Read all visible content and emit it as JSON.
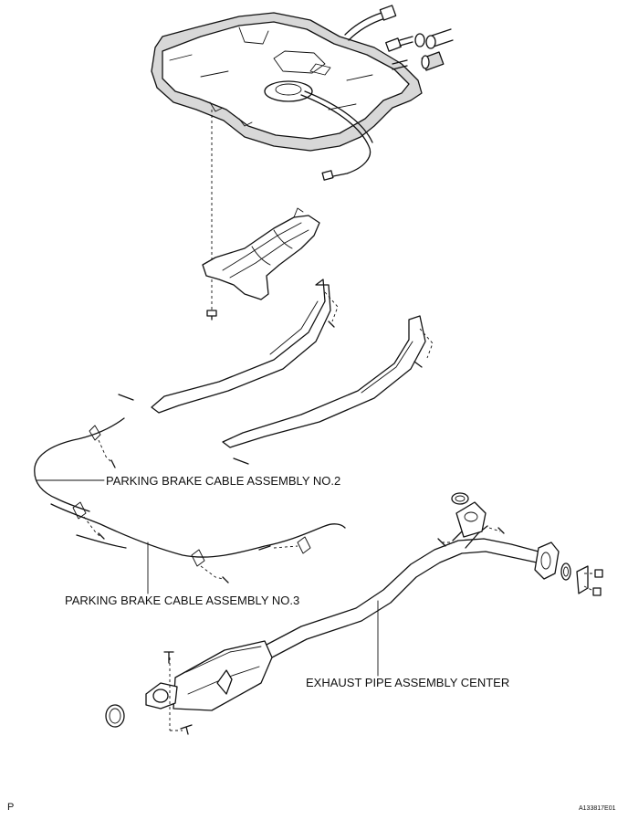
{
  "labels": {
    "cable_no2": "PARKING BRAKE CABLE ASSEMBLY NO.2",
    "cable_no3": "PARKING BRAKE CABLE ASSEMBLY NO.3",
    "exhaust_center": "EXHAUST PIPE ASSEMBLY CENTER",
    "page_marker": "P",
    "figure_id": "A133817E01"
  }
}
